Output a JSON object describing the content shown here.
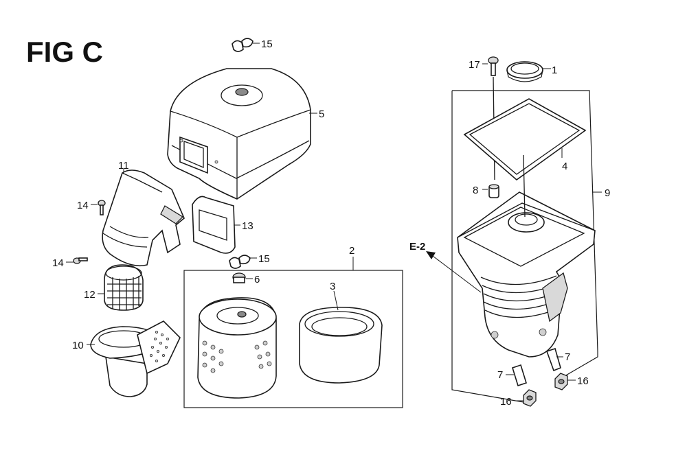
{
  "figure": {
    "title": "FIG C",
    "reference": "E-2"
  },
  "callouts": [
    {
      "id": "c1",
      "label": "1"
    },
    {
      "id": "c2",
      "label": "2"
    },
    {
      "id": "c3",
      "label": "3"
    },
    {
      "id": "c4",
      "label": "4"
    },
    {
      "id": "c5",
      "label": "5"
    },
    {
      "id": "c6",
      "label": "6"
    },
    {
      "id": "c7a",
      "label": "7"
    },
    {
      "id": "c7b",
      "label": "7"
    },
    {
      "id": "c8",
      "label": "8"
    },
    {
      "id": "c9",
      "label": "9"
    },
    {
      "id": "c10",
      "label": "10"
    },
    {
      "id": "c11",
      "label": "11"
    },
    {
      "id": "c12",
      "label": "12"
    },
    {
      "id": "c13",
      "label": "13"
    },
    {
      "id": "c14a",
      "label": "14"
    },
    {
      "id": "c14b",
      "label": "14"
    },
    {
      "id": "c15a",
      "label": "15"
    },
    {
      "id": "c15b",
      "label": "15"
    },
    {
      "id": "c16a",
      "label": "16"
    },
    {
      "id": "c16b",
      "label": "16"
    },
    {
      "id": "c17",
      "label": "17"
    }
  ]
}
